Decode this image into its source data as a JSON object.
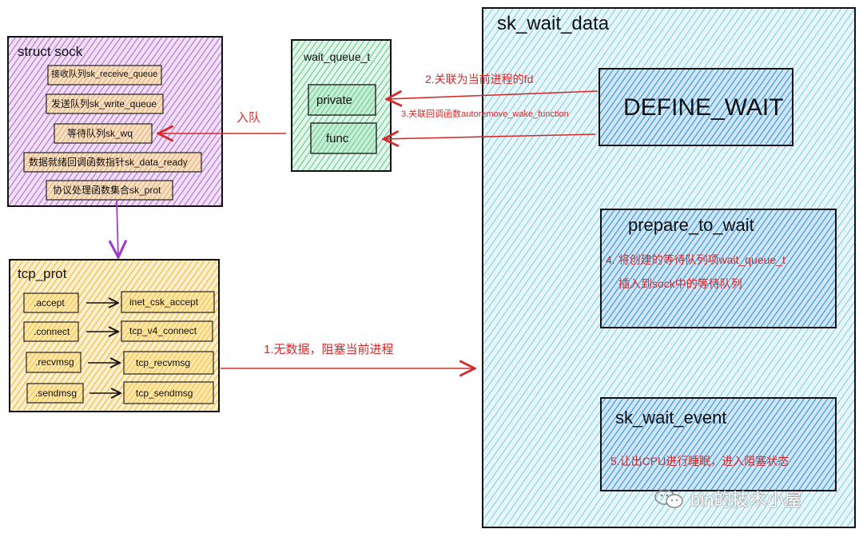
{
  "colors": {
    "sock_fill": "#c890e0",
    "tcp_prot_fill": "#f7c04a",
    "wait_queue_fill": "#6ecf9c",
    "sk_wait_data_fill": "#8dd8e8",
    "inner_blue_fill": "#4fa6e0",
    "small_box_fill": "#e9b27a",
    "arrow_red": "#d62a2a",
    "arrow_purple": "#9a3fcf"
  },
  "struct_sock": {
    "title": "struct sock",
    "items": [
      "接收队列sk_receive_queue",
      "发送队列sk_write_queue",
      "等待队列sk_wq",
      "数据就绪回调函数指针sk_data_ready",
      "协议处理函数集合sk_prot"
    ]
  },
  "wait_queue_t": {
    "title": "wait_queue_t",
    "private": "private",
    "func": "func"
  },
  "tcp_prot": {
    "title": "tcp_prot",
    "rows": [
      {
        "left": ".accept",
        "right": "inet_csk_accept"
      },
      {
        "left": ".connect",
        "right": "tcp_v4_connect"
      },
      {
        "left": ".recvmsg",
        "right": "tcp_recvmsg"
      },
      {
        "left": ".sendmsg",
        "right": "tcp_sendmsg"
      }
    ]
  },
  "sk_wait_data": {
    "title": "sk_wait_data",
    "define_wait": "DEFINE_WAIT",
    "prepare_title": "prepare_to_wait",
    "prepare_line1": "4. 将创建的等待队列项wait_queue_t",
    "prepare_line2": "插入到sock中的等待队列",
    "event_title": "sk_wait_event",
    "event_text": "5.让出CPU进行睡眠，进入阻塞状态"
  },
  "arrows": {
    "enqueue": "入队",
    "label_2": "2.关联为当前进程的fd",
    "label_3": "3.关联回调函数autoremove_wake_function",
    "label_1": "1.无数据，阻塞当前进程"
  },
  "watermark": {
    "text": "bin的技术小屋",
    "icon": "wechat-icon"
  }
}
